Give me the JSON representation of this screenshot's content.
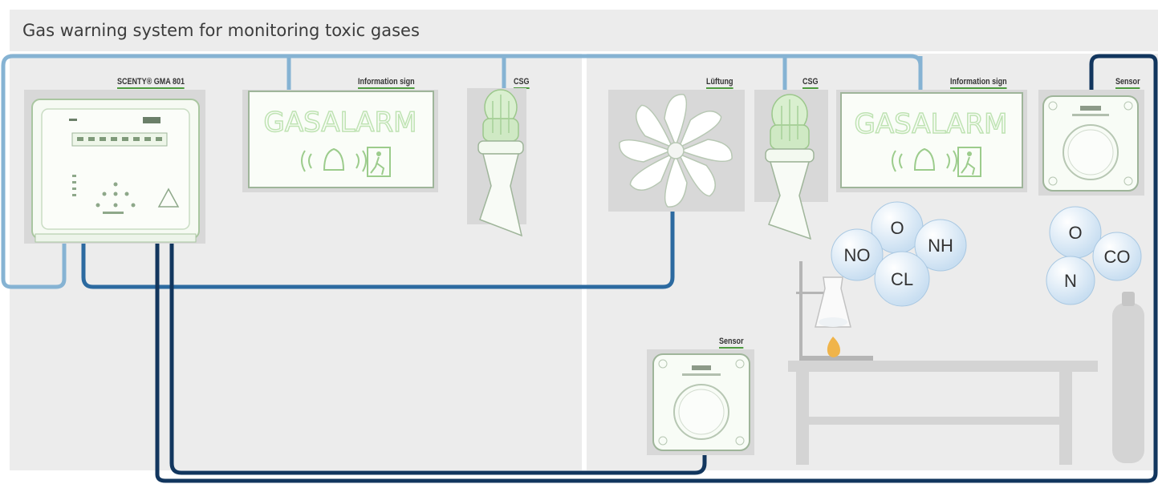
{
  "title": "Gas warning system for monitoring toxic gases",
  "labels": {
    "controller": "SCENTY® GMA 801",
    "info_sign_left": "Information sign",
    "csg_left": "CSG",
    "ventilation": "Lüftung",
    "csg_right": "CSG",
    "info_sign_right": "Information sign",
    "sensor_top": "Sensor",
    "sensor_bottom": "Sensor"
  },
  "sign_text": "GASALARM",
  "gas_bubbles_lab": [
    "O",
    "NO",
    "NH",
    "CL"
  ],
  "gas_bubbles_cylinder": [
    "O",
    "CO",
    "N"
  ],
  "colors": {
    "wire_light": "#86b3d3",
    "wire_mid": "#2c6aa0",
    "wire_dark": "#12365e",
    "label_underline": "#4d9b3f",
    "device_glow": "#cfe9c4",
    "bubble": "#d6e8f6"
  }
}
